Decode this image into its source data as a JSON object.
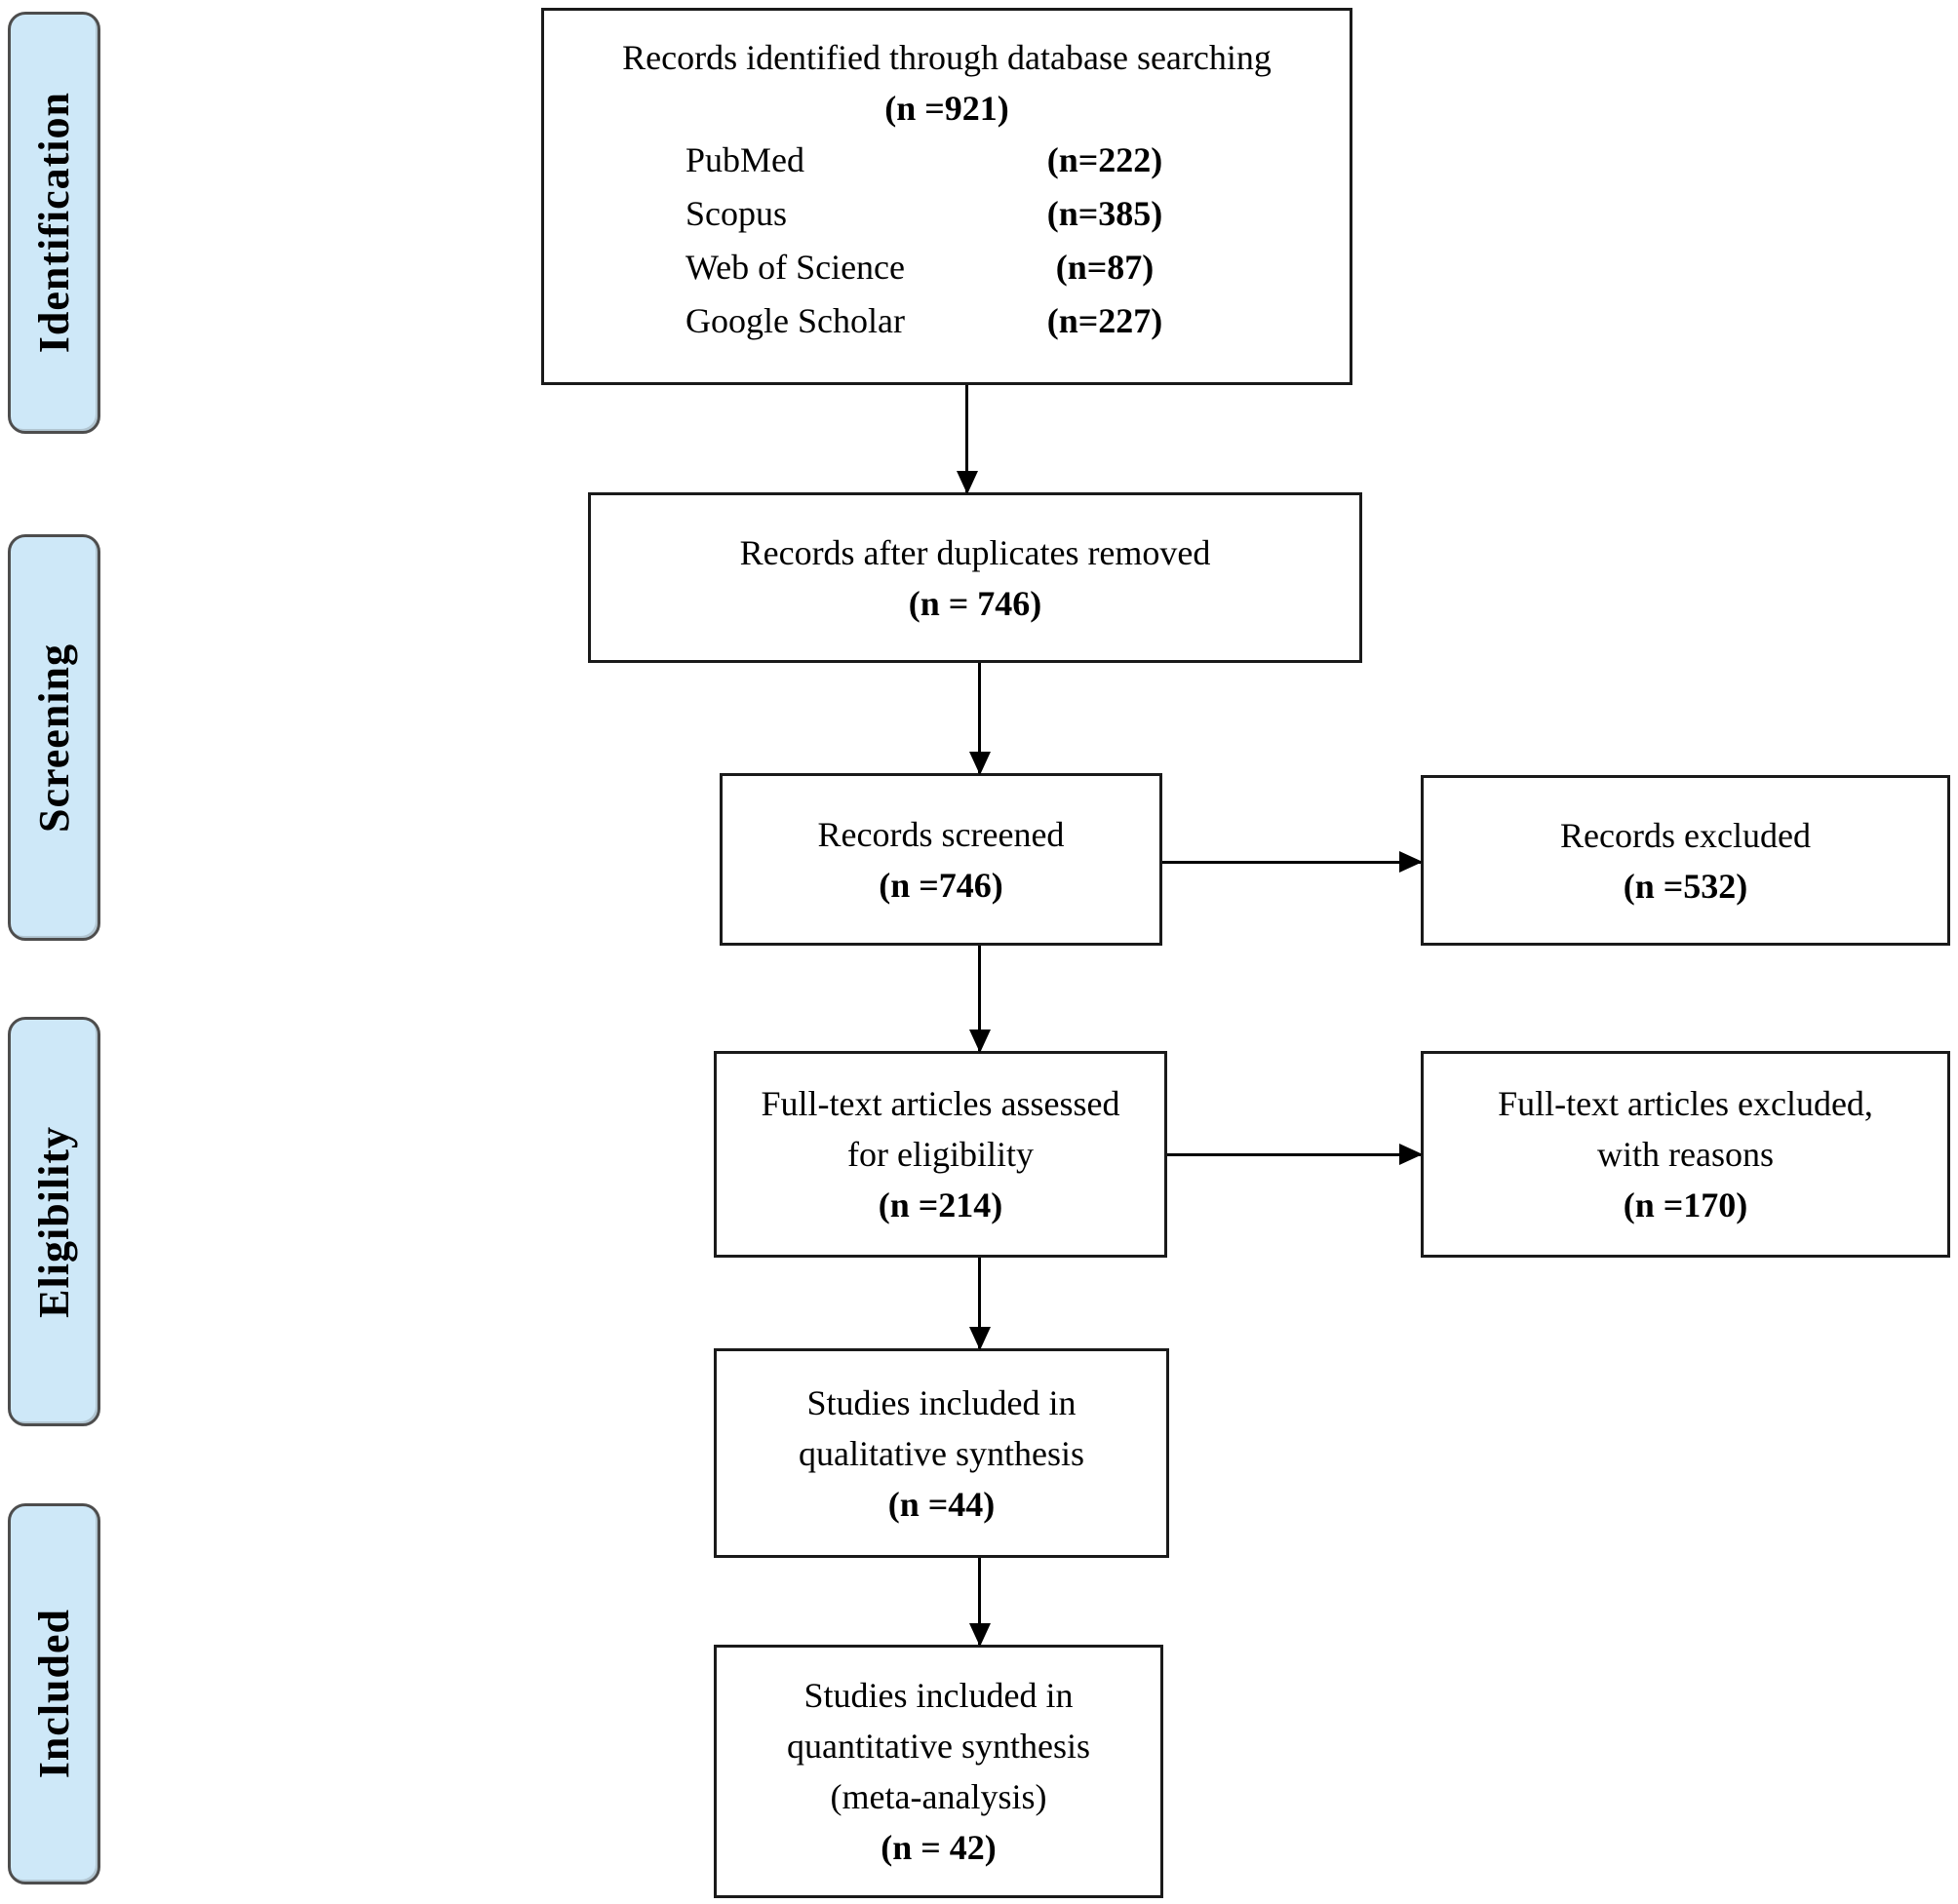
{
  "diagram": {
    "stages": [
      {
        "label": "Identification"
      },
      {
        "label": "Screening"
      },
      {
        "label": "Eligibility"
      },
      {
        "label": "Included"
      }
    ],
    "boxes": {
      "identified": {
        "line1": "Records identified through database searching",
        "count": "(n =921)",
        "sources": [
          {
            "name": "PubMed",
            "count": "(n=222)"
          },
          {
            "name": "Scopus",
            "count": "(n=385)"
          },
          {
            "name": "Web of Science",
            "count": "(n=87)"
          },
          {
            "name": "Google Scholar",
            "count": "(n=227)"
          }
        ]
      },
      "duplicates": {
        "line1": "Records after duplicates removed",
        "count": "(n = 746)"
      },
      "screened": {
        "line1": "Records screened",
        "count": "(n =746)"
      },
      "excluded": {
        "line1": "Records excluded",
        "count": "(n =532)"
      },
      "fulltext": {
        "line1": "Full-text articles assessed",
        "line2": "for eligibility",
        "count": "(n =214)"
      },
      "fulltext_excluded": {
        "line1": "Full-text articles excluded,",
        "line2": "with reasons",
        "count": "(n =170)"
      },
      "qualitative": {
        "line1": "Studies included in",
        "line2": "qualitative synthesis",
        "count": "(n =44)"
      },
      "quantitative": {
        "line1": "Studies included in",
        "line2": "quantitative synthesis",
        "line3": "(meta-analysis)",
        "count": "(n = 42)"
      }
    },
    "colors": {
      "stage_fill": "#cee8f8",
      "stage_border": "#4d4d4d",
      "box_border": "#1a1a1a",
      "arrow": "#000000"
    }
  }
}
